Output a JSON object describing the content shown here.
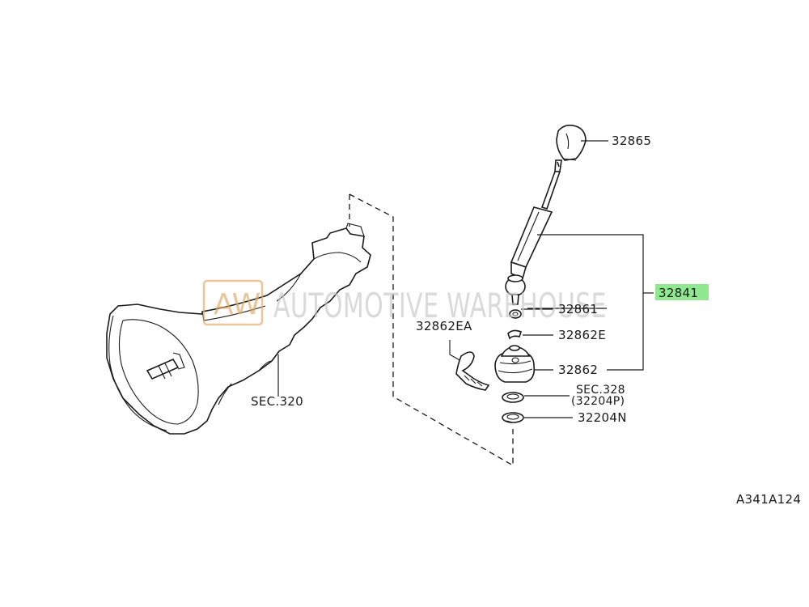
{
  "watermark": {
    "badge": "AW",
    "text": "AUTOMOTIVE WAREHOUSE"
  },
  "labels": {
    "knob": "32865",
    "lever_assembly": "32841",
    "bushing": "32861",
    "clip": "32862E",
    "boot": "32862",
    "sec328": "SEC.328",
    "sec328_part": "(32204P)",
    "snap_ring": "32204N",
    "seal": "32862EA",
    "transmission": "SEC.320"
  },
  "diagram_code": "A341A124",
  "colors": {
    "highlight": "#90e890",
    "watermark_badge": "#e0a860",
    "watermark_text": "#c7c7c7"
  }
}
